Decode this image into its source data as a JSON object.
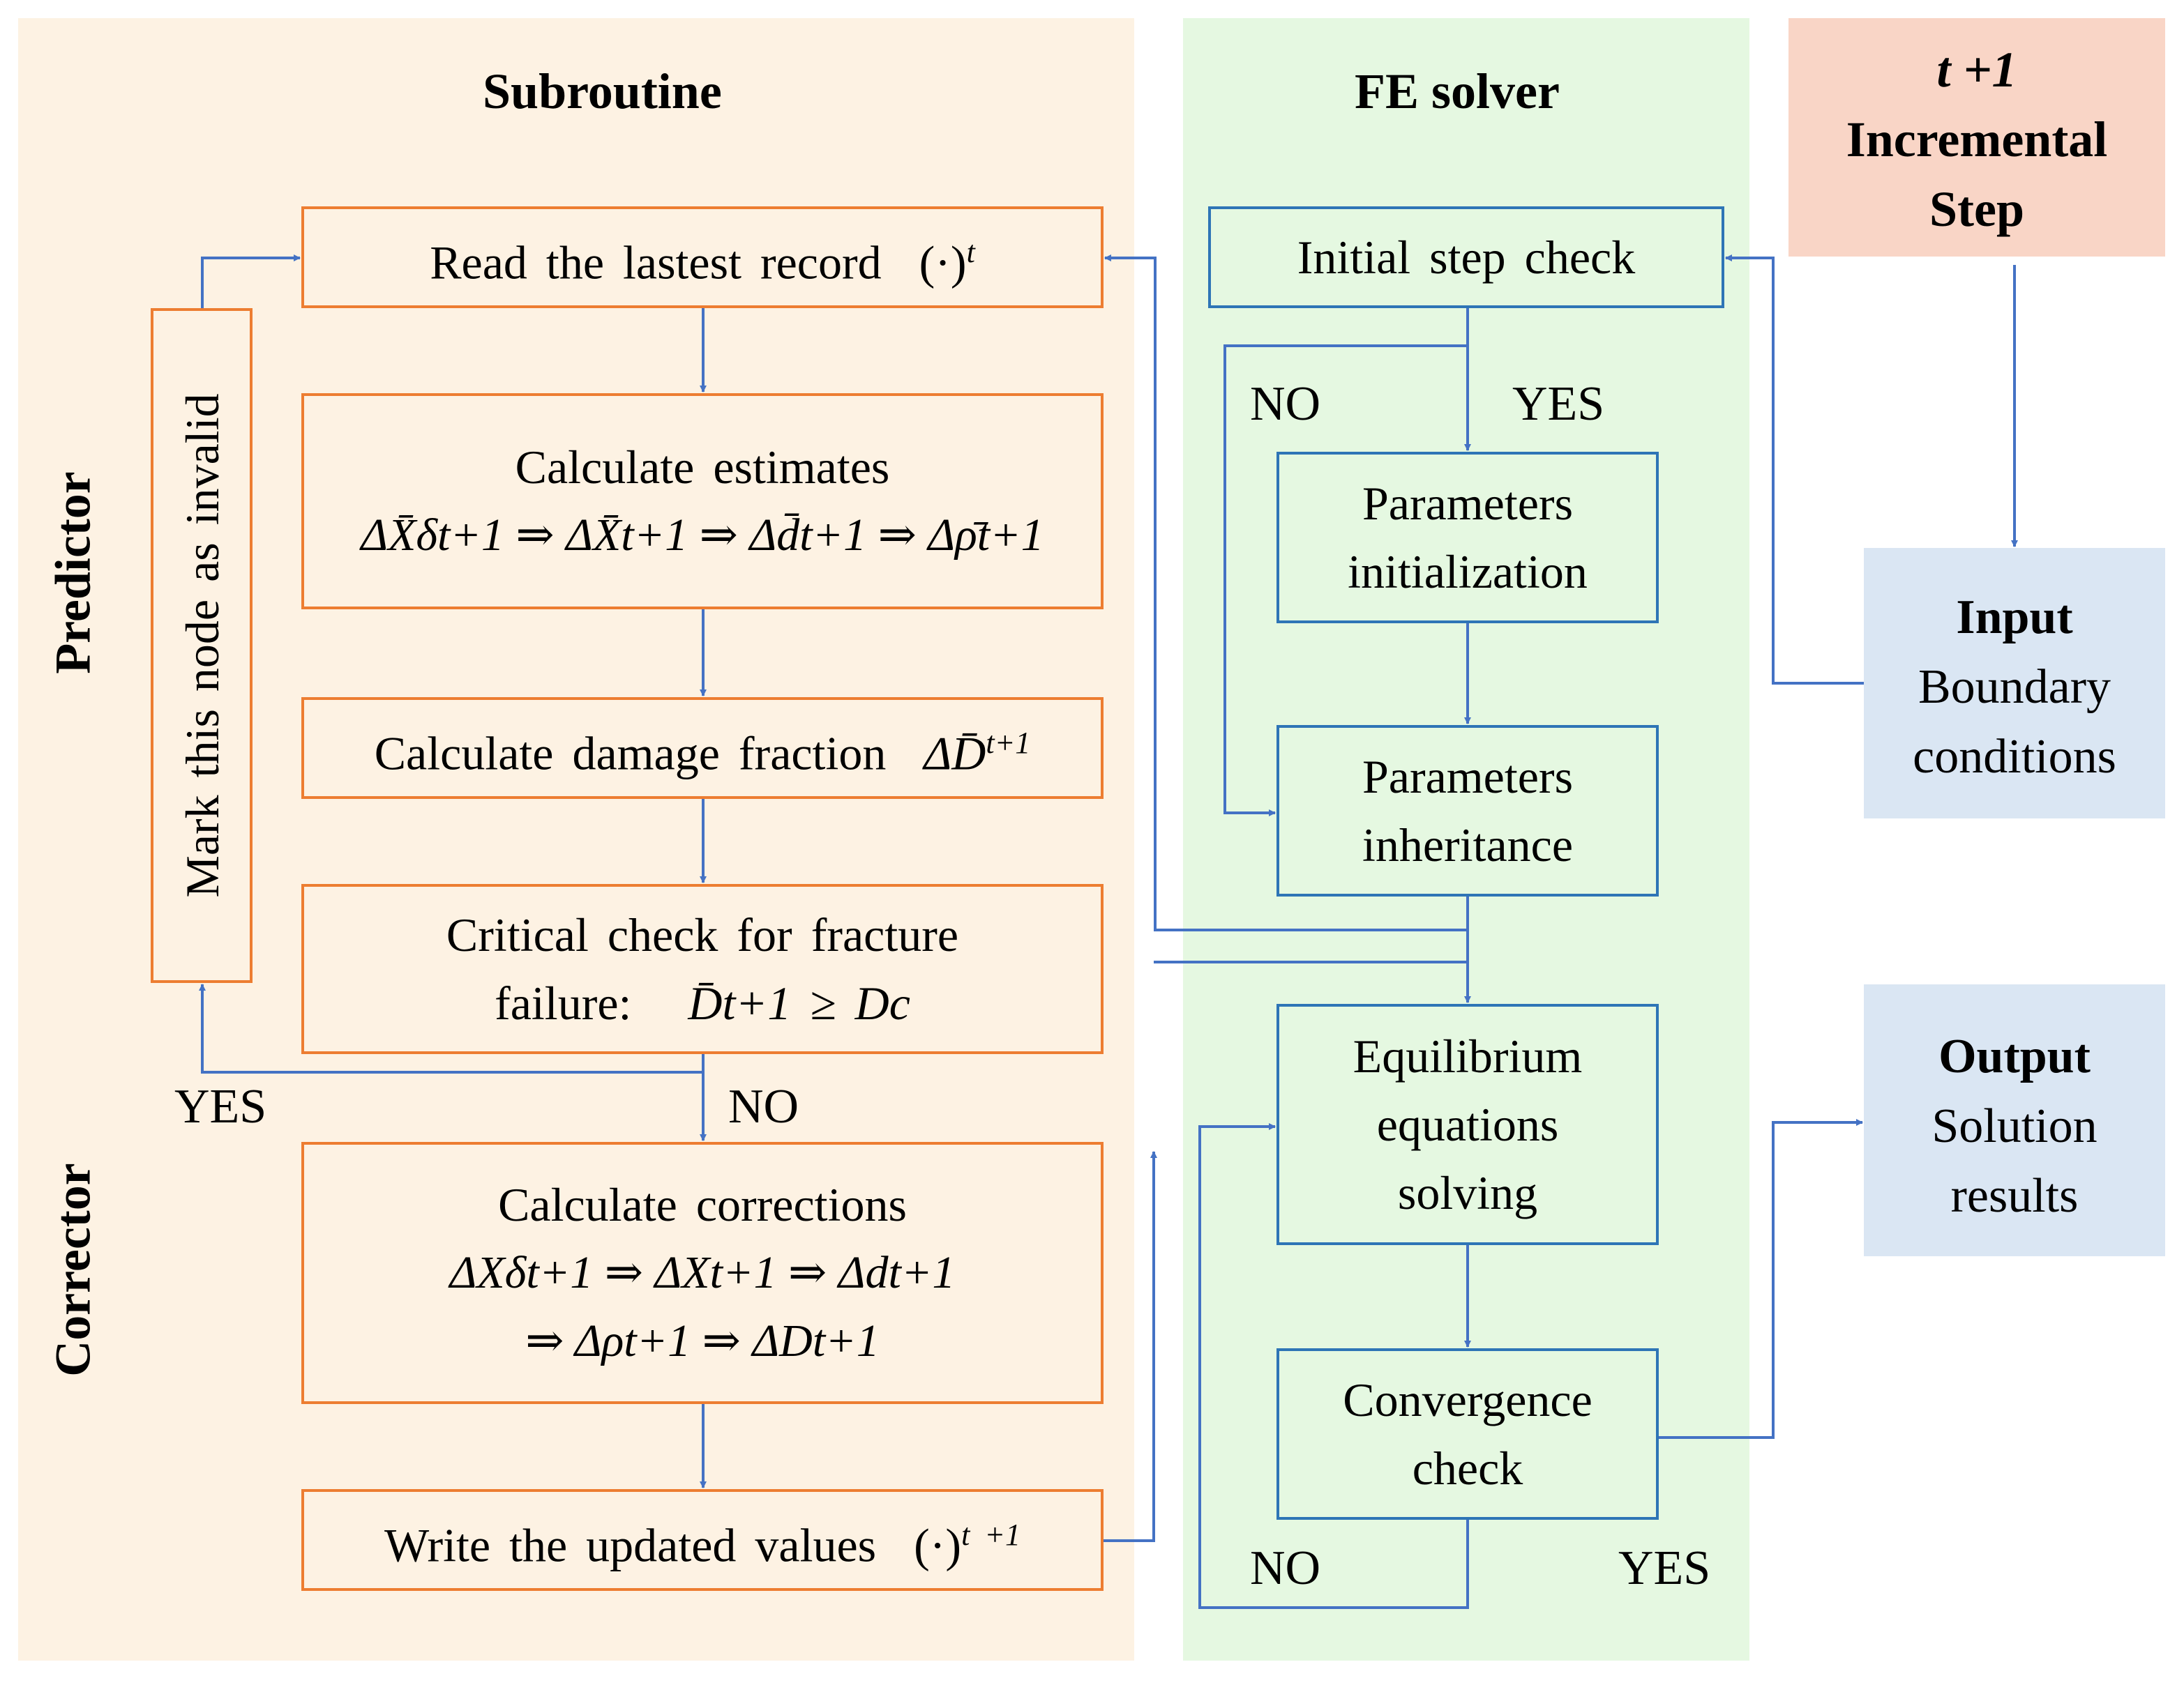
{
  "colors": {
    "subroutine_bg": "#fdf2e3",
    "solver_bg": "#e5f8e1",
    "step_bg": "#f9d5c6",
    "io_bg": "#dae6f3",
    "orange_border": "#ed7d31",
    "blue_border": "#2e75b6",
    "arrow": "#4472c4"
  },
  "subroutine": {
    "title": "Subroutine",
    "predictor_label": "Predictor",
    "corrector_label": "Corrector",
    "mark_invalid": "Mark this node as invalid",
    "read_record": {
      "text": "Read the lastest record",
      "math": "(·)",
      "sup": "t"
    },
    "estimates": {
      "title": "Calculate  estimates",
      "formula": "ΔX̄δt+1 ⇒ ΔX̄t+1 ⇒ Δd̄t+1 ⇒ Δρ̄t+1"
    },
    "damage": {
      "text": "Calculate  damage  fraction",
      "math": "ΔD̄",
      "sup": "t+1"
    },
    "critical": {
      "line1": "Critical  check  for  fracture",
      "line2": "failure:",
      "math": "D̄t+1 ≥ Dc"
    },
    "yes_label": "YES",
    "no_label": "NO",
    "corrections": {
      "title": "Calculate  corrections",
      "line1": "ΔXδt+1 ⇒ ΔXt+1 ⇒ Δdt+1",
      "line2": "⇒ Δρt+1 ⇒ ΔDt+1"
    },
    "write_values": {
      "text": "Write the updated values",
      "math": "(·)",
      "sup": "t +1"
    }
  },
  "solver": {
    "title": "FE solver",
    "initial_check": "Initial step check",
    "no_label": "NO",
    "yes_label": "YES",
    "params_init": [
      "Parameters",
      "initialization"
    ],
    "params_inherit": [
      "Parameters",
      "inheritance"
    ],
    "equilibrium": [
      "Equilibrium",
      "equations",
      "solving"
    ],
    "convergence": [
      "Convergence",
      "check"
    ],
    "conv_no": "NO",
    "conv_yes": "YES"
  },
  "incremental": {
    "line1": "t +1",
    "line2": "Incremental",
    "line3": "Step"
  },
  "input": {
    "title": "Input",
    "line1": "Boundary",
    "line2": "conditions"
  },
  "output": {
    "title": "Output",
    "line1": "Solution",
    "line2": "results"
  }
}
